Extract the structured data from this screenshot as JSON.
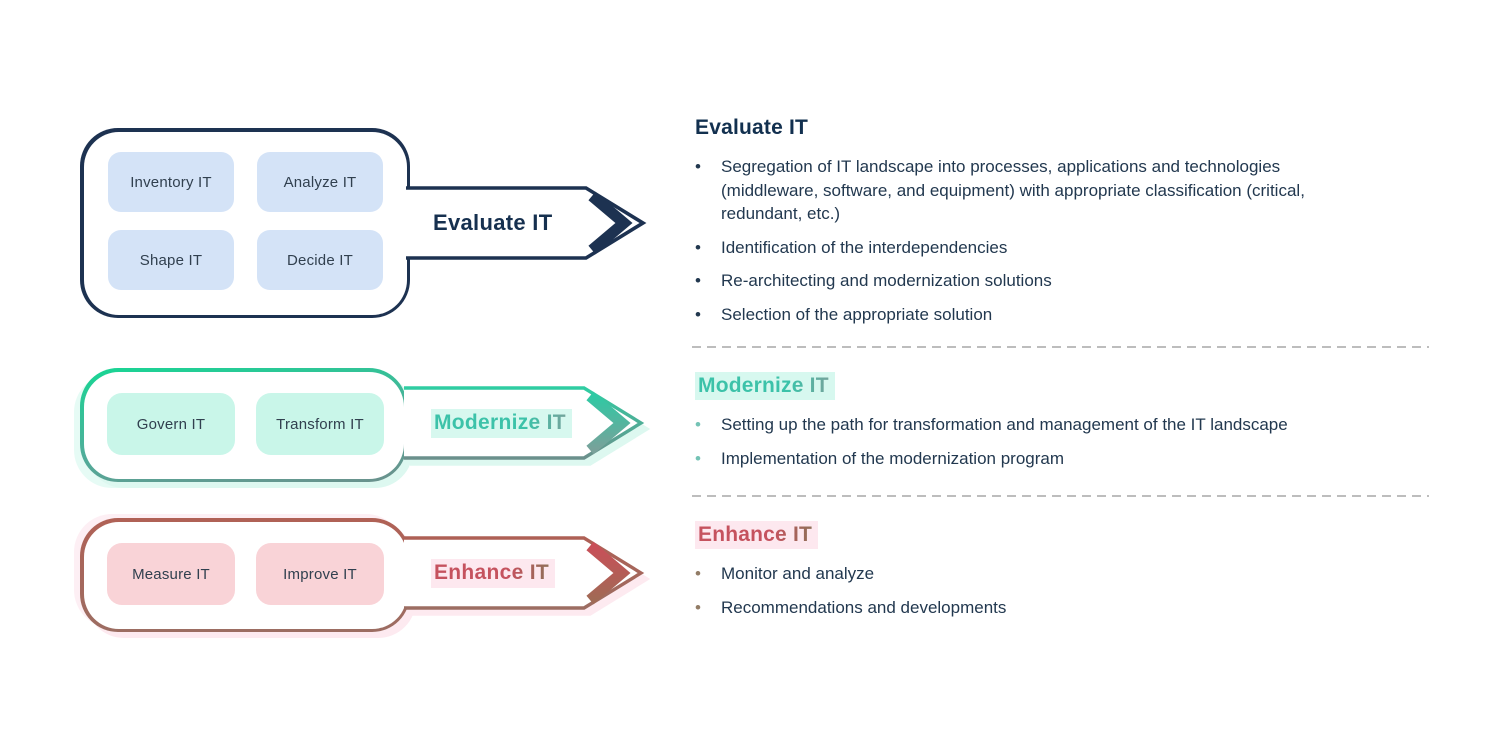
{
  "glyphs": {
    "bullet": "•"
  },
  "colors": {
    "navy": "#1d3251",
    "body_text": "#22384f",
    "light_blue_box": "#d4e3f7",
    "mint_box": "#c9f6e9",
    "pink_box": "#f9d3d7",
    "teal_accent": "#3cc2a9",
    "teal_border_top": "#17d694",
    "teal_border_bottom": "#6b908c",
    "rose_accent": "#c5525e",
    "brown_accent": "#8f7058",
    "rose_border": "#a9685e",
    "mint_highlight": "#d7f8ef",
    "pink_highlight": "#fde8ef",
    "divider_gray": "#bdbdbd"
  },
  "stages": [
    {
      "name": "Evaluate IT",
      "boxes": [
        "Inventory IT",
        "Analyze IT",
        "Shape IT",
        "Decide IT"
      ],
      "arrow_label": "Evaluate IT",
      "heading": "Evaluate IT",
      "bullets": [
        "Segregation of IT landscape into processes, applications and technologies (middleware, software, and equipment) with appropriate classification (critical, redundant, etc.)",
        "Identification of the interdependencies",
        "Re-architecting and modernization solutions",
        "Selection of the appropriate solution"
      ]
    },
    {
      "name": "Modernize IT",
      "boxes": [
        "Govern IT",
        "Transform IT"
      ],
      "arrow_label": "Modernize IT",
      "heading": "Modernize IT",
      "bullets": [
        "Setting up the path for transformation and management of the IT landscape",
        "Implementation of the modernization program"
      ]
    },
    {
      "name": "Enhance IT",
      "boxes": [
        "Measure IT",
        "Improve IT"
      ],
      "arrow_label": "Enhance IT",
      "heading": "Enhance IT",
      "bullets": [
        "Monitor and analyze",
        "Recommendations and developments"
      ]
    }
  ]
}
